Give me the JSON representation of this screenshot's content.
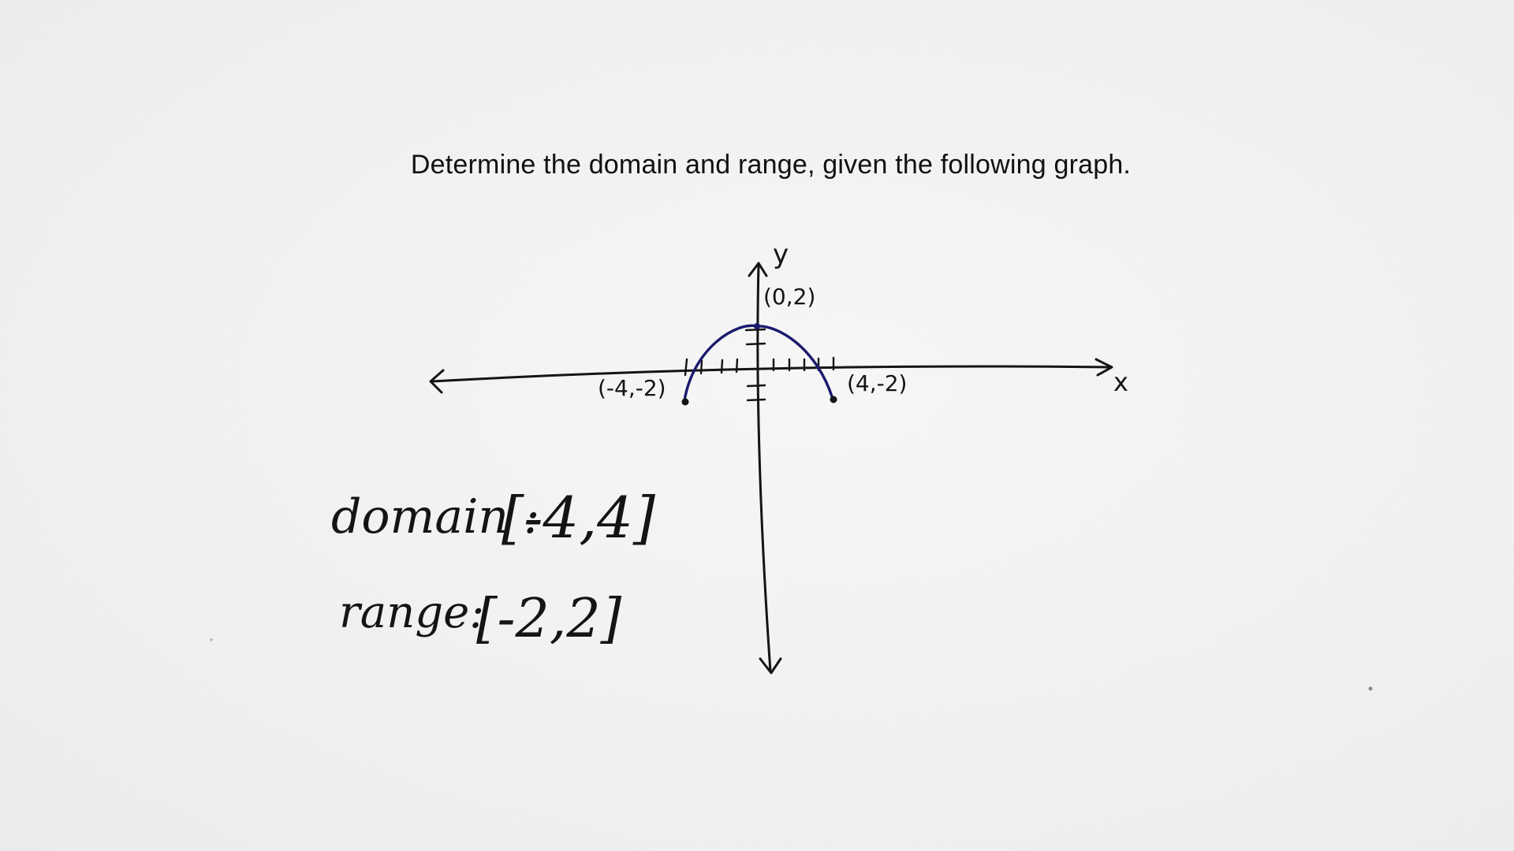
{
  "question": {
    "text": "Determine the domain and range, given the following graph."
  },
  "graph": {
    "x_axis_label": "x",
    "y_axis_label": "y",
    "points": {
      "vertex": "(0,2)",
      "left_end": "(-4,-2)",
      "right_end": "(4,-2)"
    }
  },
  "answer": {
    "domain_label": "domain :",
    "domain_value": "[-4,4]",
    "range_label": "range:",
    "range_value": "[-2,2]"
  },
  "colors": {
    "ink": "#141414",
    "curve": "#1a1a6e",
    "paper": "#efefef"
  }
}
